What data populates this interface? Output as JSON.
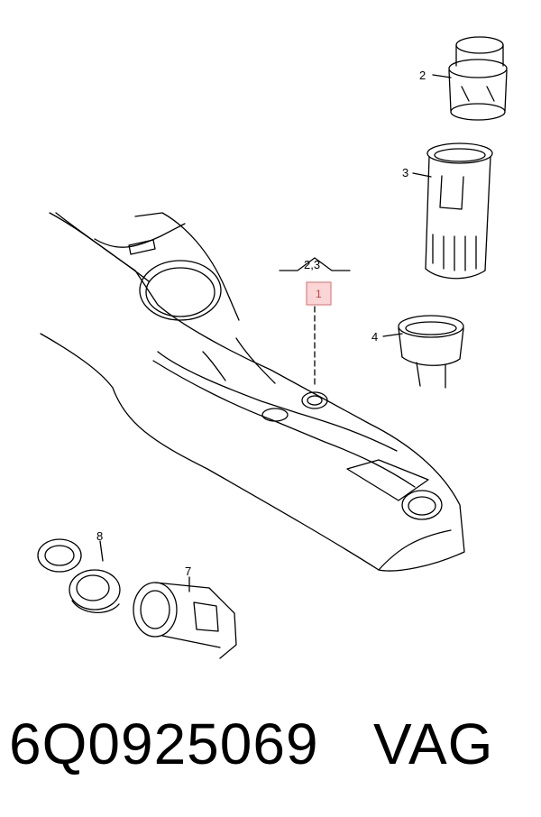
{
  "callouts": {
    "c2": "2",
    "c3": "3",
    "c4": "4",
    "c7": "7",
    "c8": "8",
    "c23": "2,3",
    "c1": "1"
  },
  "footer": {
    "part_number": "6Q0925069",
    "brand": "VAG"
  },
  "colors": {
    "line": "#000000",
    "highlight_fill": "#f9d5d5",
    "highlight_stroke": "#e08080"
  }
}
